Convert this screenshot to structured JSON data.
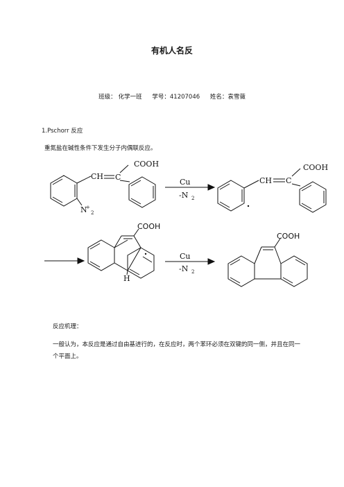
{
  "title": "有机人名反",
  "info": {
    "class_label": "班级：",
    "class_value": "化学一班",
    "id_label": "学号：",
    "id_value": "41207046",
    "name_label": "姓名：",
    "name_value": "袁雪薇"
  },
  "section1": {
    "heading": "1.Pschorr 反应",
    "intro": "重氮盐在碱性条件下发生分子内偶联反应。",
    "mechanism_heading": "反应机理：",
    "mechanism_text": "一般认为，本反应是通过自由基进行的，在反应时，两个苯环必须在双键的同一侧，并且在同一个平面上。"
  },
  "scheme": {
    "cooh": "COOH",
    "ch": "CH",
    "c": "C",
    "diazonium": "N",
    "diazonium_charge": "+",
    "diazonium_sub": "2",
    "reagent": "Cu",
    "loss": "-N",
    "loss_sub": "2",
    "h": "H"
  }
}
